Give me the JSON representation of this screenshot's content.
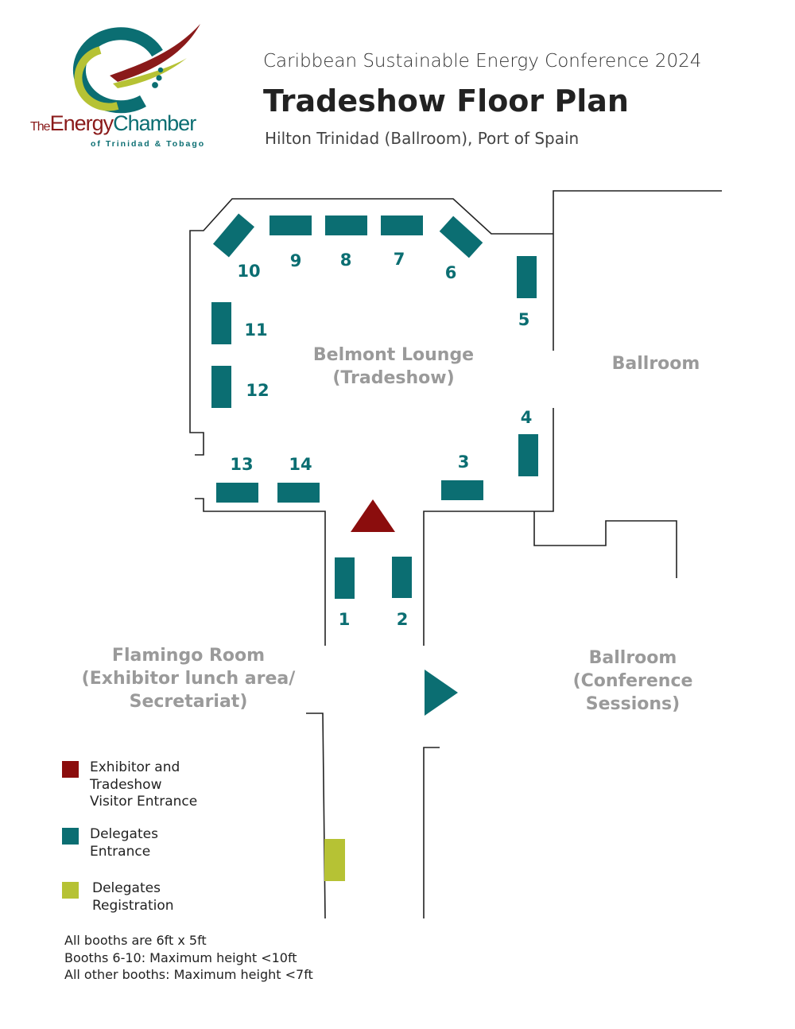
{
  "logo": {
    "word_the": "The",
    "word_energy": "Energy",
    "word_chamber": "Chamber",
    "subtitle": "of Trinidad & Tobago",
    "colors": {
      "teal": "#0b6e72",
      "maroon": "#8a1a1a",
      "lime": "#b6c234"
    }
  },
  "header": {
    "conference": "Caribbean Sustainable Energy Conference 2024",
    "title": "Tradeshow Floor Plan",
    "venue": "Hilton Trinidad (Ballroom), Port of Spain"
  },
  "rooms": {
    "belmont_line1": "Belmont Lounge",
    "belmont_line2": "(Tradeshow)",
    "ballroom": "Ballroom",
    "ballroom_sessions_line1": "Ballroom",
    "ballroom_sessions_line2": "(Conference",
    "ballroom_sessions_line3": "Sessions)",
    "flamingo_line1": "Flamingo Room",
    "flamingo_line2": "(Exhibitor lunch area/",
    "flamingo_line3": "Secretariat)"
  },
  "booths": {
    "b1": "1",
    "b2": "2",
    "b3": "3",
    "b4": "4",
    "b5": "5",
    "b6": "6",
    "b7": "7",
    "b8": "8",
    "b9": "9",
    "b10": "10",
    "b11": "11",
    "b12": "12",
    "b13": "13",
    "b14": "14"
  },
  "legend": {
    "exhibitor_entrance": "Exhibitor and\nTradeshow\nVisitor Entrance",
    "delegates_entrance": "Delegates\nEntrance",
    "delegates_registration": "Delegates\nRegistration",
    "colors": {
      "exhibitor": "#8b0d0d",
      "delegates": "#0b6e72",
      "registration": "#b6c234"
    }
  },
  "notes": {
    "line1": "All booths are 6ft x 5ft",
    "line2": "Booths 6-10: Maximum height <10ft",
    "line3": "All other booths: Maximum height <7ft"
  }
}
